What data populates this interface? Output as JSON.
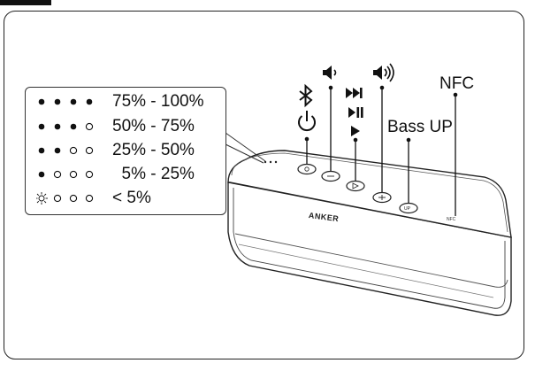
{
  "legend": {
    "rows": [
      {
        "range": "75% - 100%",
        "level": 4,
        "icon": "filled-dot"
      },
      {
        "range": "50% - 75%",
        "level": 3,
        "icon": "filled-dot"
      },
      {
        "range": "25% - 50%",
        "level": 2,
        "icon": "filled-dot"
      },
      {
        "range": "  5% - 25%",
        "level": 1,
        "icon": "filled-dot"
      },
      {
        "range": "< 5%",
        "level": 0,
        "icon": "sun-blink-icon"
      }
    ]
  },
  "labels": {
    "nfc": "NFC",
    "bass_up": "Bass UP",
    "brand": "ANKER",
    "nfc_small": "NFC"
  },
  "icons": {
    "bluetooth": "bluetooth-icon",
    "power": "power-icon",
    "volume_down": "volume-down-icon",
    "next": "next-track-icon",
    "play_pause": "play-pause-icon",
    "play": "play-icon",
    "volume_up": "volume-up-icon"
  }
}
